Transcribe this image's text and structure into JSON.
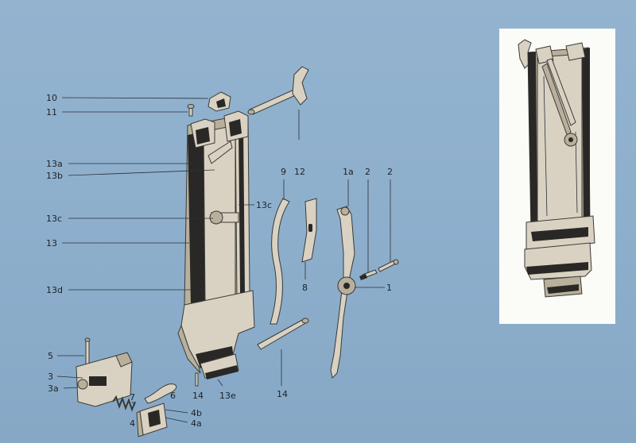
{
  "labels": {
    "l10": "10",
    "l11": "11",
    "l13a": "13a",
    "l13b": "13b",
    "l13c_left": "13c",
    "l13": "13",
    "l13d": "13d",
    "l13c_right": "13c",
    "l12": "12",
    "l9": "9",
    "l8": "8",
    "l1a": "1a",
    "l2a": "2",
    "l2b": "2",
    "l1": "1",
    "l14a": "14",
    "l14b": "14",
    "l13e": "13e",
    "l5": "5",
    "l3": "3",
    "l3a": "3a",
    "l7": "7",
    "l6": "6",
    "l4b": "4b",
    "l4a": "4a",
    "l4": "4"
  },
  "colors": {
    "background": "#8fb0cd",
    "metal": "#d9d2c2",
    "ink": "#1c2228",
    "inset_panel": "#fbfbf8"
  }
}
